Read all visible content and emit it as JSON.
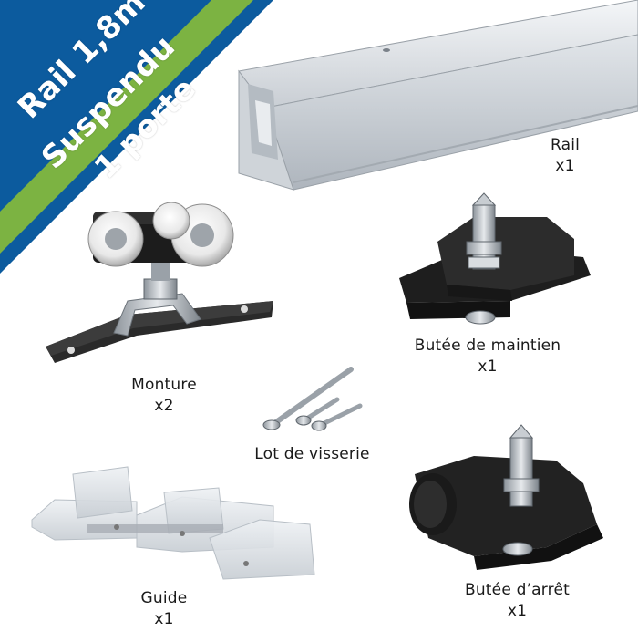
{
  "banner": {
    "line1": "Rail 1,8m",
    "line2": "Suspendu",
    "line3": "1 porte",
    "colors": {
      "outer": "#0c5b9e",
      "middle": "#7cb342"
    }
  },
  "parts": [
    {
      "name": "Rail",
      "qty": "x1"
    },
    {
      "name": "Monture",
      "qty": "x2"
    },
    {
      "name": "Butée de maintien",
      "qty": "x1"
    },
    {
      "name": "Lot de visserie",
      "qty": ""
    },
    {
      "name": "Guide",
      "qty": "x1"
    },
    {
      "name": "Butée d’arrêt",
      "qty": "x1"
    }
  ]
}
